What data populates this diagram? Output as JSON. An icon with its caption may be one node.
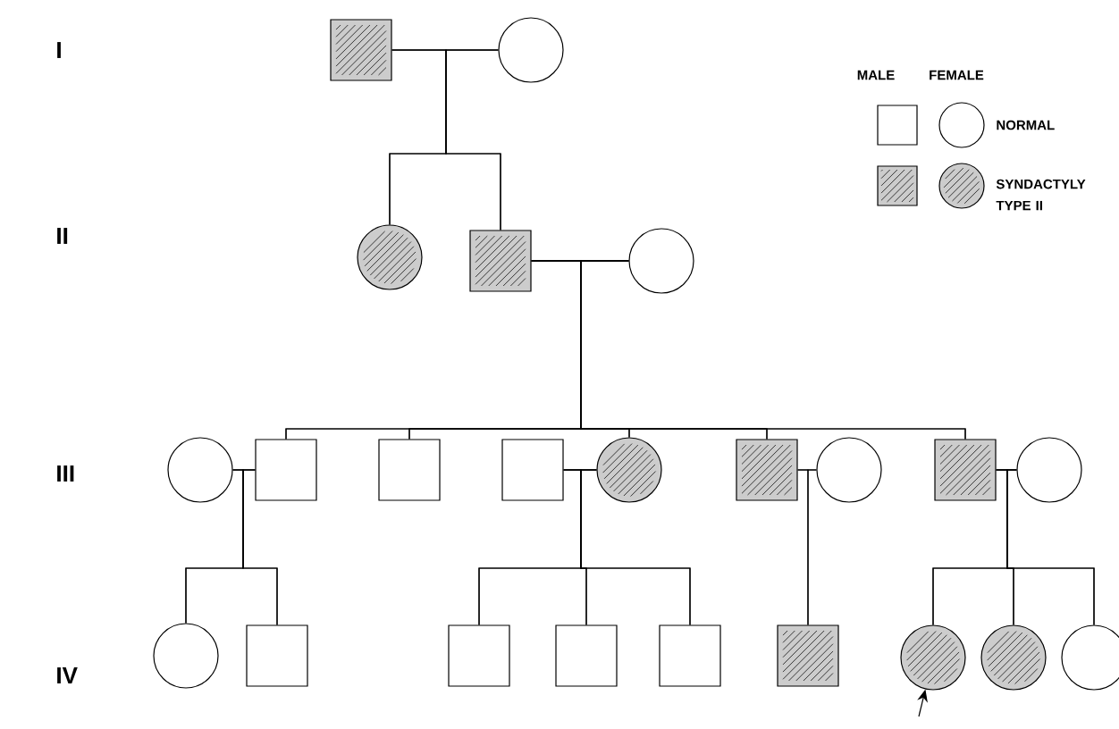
{
  "diagram": {
    "nodes": [
      {
        "text": [],
        "shape": "hatched-box"
      },
      {
        "text": [],
        "shape": "circle"
      },
      {
        "text": [],
        "shape": "hatched-circle"
      },
      {
        "text": [],
        "shape": "hatched-box"
      },
      {
        "text": [],
        "shape": "circle"
      },
      {
        "text": [],
        "shape": "circle"
      },
      {
        "text": [],
        "shape": "box"
      },
      {
        "text": [],
        "shape": "box"
      },
      {
        "text": [],
        "shape": "box"
      },
      {
        "text": [],
        "shape": "hatched-circle"
      },
      {
        "text": [],
        "shape": "hatched-box"
      },
      {
        "text": [],
        "shape": "circle"
      },
      {
        "text": [],
        "shape": "hatched-box"
      },
      {
        "text": [],
        "shape": "circle"
      },
      {
        "text": [],
        "shape": "circle"
      },
      {
        "text": [],
        "shape": "box"
      },
      {
        "text": [],
        "shape": "box"
      },
      {
        "text": [],
        "shape": "box"
      },
      {
        "text": [],
        "shape": "box"
      },
      {
        "text": [],
        "shape": "hatched-box"
      },
      {
        "text": [],
        "shape": "hatched-circle"
      },
      {
        "text": [],
        "shape": "hatched-circle"
      },
      {
        "text": [],
        "shape": "circle"
      }
    ],
    "edges": [
      {
        "from": 0,
        "to": 1,
        "arrow": "none"
      },
      {
        "from": 0,
        "to": 2,
        "arrow": "none"
      },
      {
        "from": 1,
        "to": 2,
        "arrow": "none"
      },
      {
        "from": 0,
        "to": 3,
        "arrow": "none"
      },
      {
        "from": 1,
        "to": 3,
        "arrow": "none"
      },
      {
        "from": 3,
        "to": 4,
        "arrow": "none"
      },
      {
        "from": 3,
        "to": 6,
        "arrow": "none"
      },
      {
        "from": 4,
        "to": 6,
        "arrow": "none"
      },
      {
        "from": 3,
        "to": 7,
        "arrow": "none"
      },
      {
        "from": 4,
        "to": 7,
        "arrow": "none"
      },
      {
        "from": 3,
        "to": 9,
        "arrow": "none"
      },
      {
        "from": 4,
        "to": 9,
        "arrow": "none"
      },
      {
        "from": 3,
        "to": 10,
        "arrow": "none"
      },
      {
        "from": 4,
        "to": 10,
        "arrow": "none"
      },
      {
        "from": 3,
        "to": 12,
        "arrow": "none"
      },
      {
        "from": 4,
        "to": 12,
        "arrow": "none"
      },
      {
        "from": 5,
        "to": 6,
        "arrow": "none"
      },
      {
        "from": 8,
        "to": 9,
        "arrow": "none"
      },
      {
        "from": 10,
        "to": 11,
        "arrow": "none"
      },
      {
        "from": 12,
        "to": 13,
        "arrow": "none"
      },
      {
        "from": 5,
        "to": 14,
        "arrow": "none"
      },
      {
        "from": 6,
        "to": 14,
        "arrow": "none"
      },
      {
        "from": 5,
        "to": 15,
        "arrow": "none"
      },
      {
        "from": 6,
        "to": 15,
        "arrow": "none"
      },
      {
        "from": 8,
        "to": 16,
        "arrow": "none"
      },
      {
        "from": 9,
        "to": 16,
        "arrow": "none"
      },
      {
        "from": 8,
        "to": 17,
        "arrow": "none"
      },
      {
        "from": 9,
        "to": 17,
        "arrow": "none"
      },
      {
        "from": 8,
        "to": 18,
        "arrow": "none"
      },
      {
        "from": 9,
        "to": 18,
        "arrow": "none"
      },
      {
        "from": 10,
        "to": 19,
        "arrow": "none"
      },
      {
        "from": 11,
        "to": 19,
        "arrow": "none"
      },
      {
        "from": 12,
        "to": 20,
        "arrow": "none"
      },
      {
        "from": 13,
        "to": 20,
        "arrow": "none"
      },
      {
        "from": 12,
        "to": 21,
        "arrow": "none"
      },
      {
        "from": 13,
        "to": 21,
        "arrow": "none"
      },
      {
        "from": 12,
        "to": 22,
        "arrow": "none"
      },
      {
        "from": 13,
        "to": 22,
        "arrow": "none"
      },
      {
        "from": null,
        "to": 20,
        "arrow": "to"
      }
    ],
    "labels": [
      "I",
      "MALE",
      "FEMALE",
      "II",
      "III",
      "IV"
    ],
    "legend": [
      {
        "text": "NORMAL"
      },
      {
        "text": "SYNDACTYLY TYPE II"
      }
    ]
  }
}
